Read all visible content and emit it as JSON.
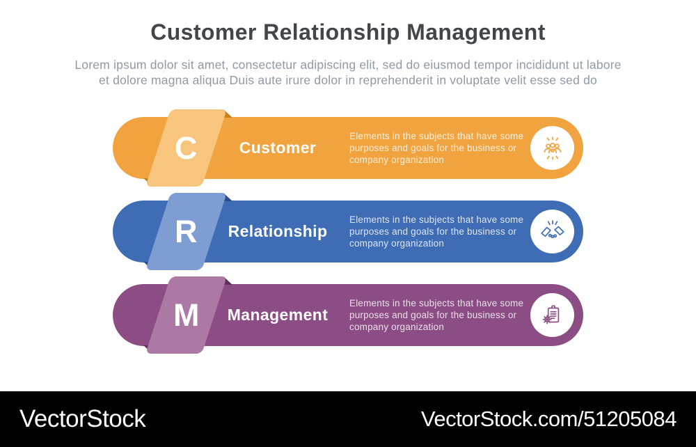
{
  "header": {
    "title": "Customer Relationship Management",
    "subtitle_line1": "Lorem ipsum dolor sit amet, consectetur adipiscing elit, sed do eiusmod tempor incididunt ut labore",
    "subtitle_line2": "et dolore magna aliqua Duis aute irure dolor in reprehenderit in voluptate velit esse sed do"
  },
  "rows": [
    {
      "letter": "C",
      "label": "Customer",
      "description": "Elements in the subjects that have some purposes and goals for the business or company organization",
      "icon": "team-rays-icon",
      "colors": {
        "bar": "#F0A33E",
        "ribbon": "#F7C57D",
        "fold": "#C9811E"
      }
    },
    {
      "letter": "R",
      "label": "Relationship",
      "description": "Elements in the subjects that have some purposes and goals for the business or company organization",
      "icon": "handshake-icon",
      "colors": {
        "bar": "#3F6DB5",
        "ribbon": "#7D9DD3",
        "fold": "#2C4E8E"
      }
    },
    {
      "letter": "M",
      "label": "Management",
      "description": "Elements in the subjects that have some purposes and goals for the business or company organization",
      "icon": "clipboard-gear-icon",
      "colors": {
        "bar": "#8B4D83",
        "ribbon": "#AC79A5",
        "fold": "#5F3159"
      }
    }
  ],
  "text_colors": {
    "title": "#42464a",
    "subtitle": "#8f9aa5"
  },
  "watermark": {
    "left": "VectorStock",
    "right": "VectorStock.com/51205084"
  }
}
